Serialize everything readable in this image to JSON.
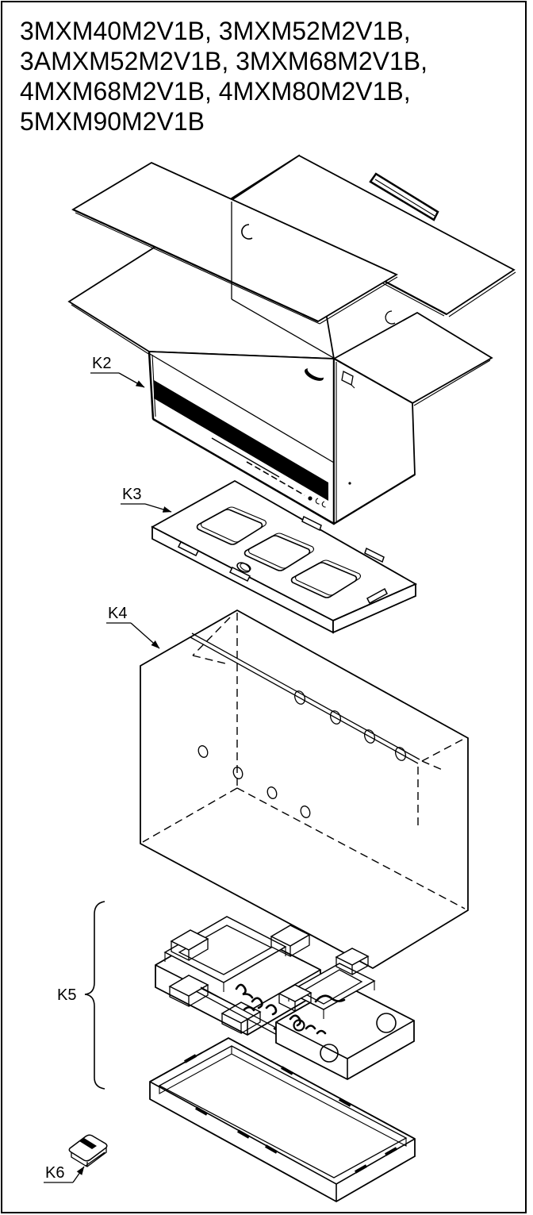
{
  "figure": {
    "type": "exploded-packaging-diagram",
    "background": "#ffffff",
    "line_color": "#000000",
    "accent_stripe_color": "#000000"
  },
  "title": {
    "lines": [
      "3MXM40M2V1B, 3MXM52M2V1B,",
      "3AMXM52M2V1B, 3MXM68M2V1B,",
      "4MXM68M2V1B, 4MXM80M2V1B,",
      "5MXM90M2V1B"
    ]
  },
  "callouts": {
    "k2": "K2",
    "k3": "K3",
    "k4": "K4",
    "k5": "K5",
    "k6": "K6"
  }
}
